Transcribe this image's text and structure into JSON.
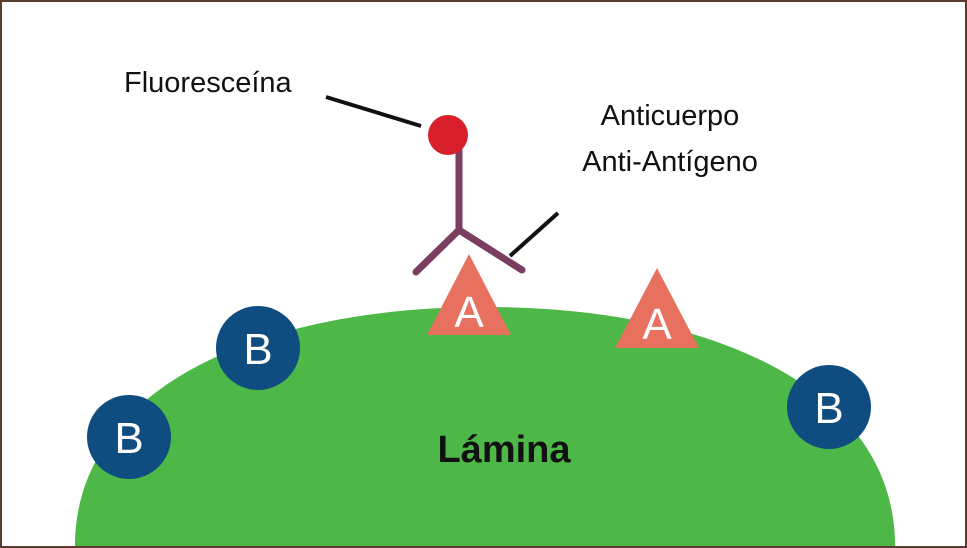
{
  "labels": {
    "fluorescein": "Fluoresceína",
    "antibody_line1": "Anticuerpo",
    "antibody_line2": "Anti-Antígeno",
    "lamina": "Lámina"
  },
  "antigens": [
    {
      "letter": "A"
    },
    {
      "letter": "A"
    }
  ],
  "other_markers": [
    {
      "letter": "B"
    },
    {
      "letter": "B"
    },
    {
      "letter": "B"
    }
  ],
  "colors": {
    "border": "#5a3b2e",
    "lamina": "#4db848",
    "antigen": "#e8705e",
    "marker_b": "#0f4d80",
    "antibody": "#7a3e60",
    "fluorescein": "#d81f2c",
    "pointer_line": "#111111"
  }
}
